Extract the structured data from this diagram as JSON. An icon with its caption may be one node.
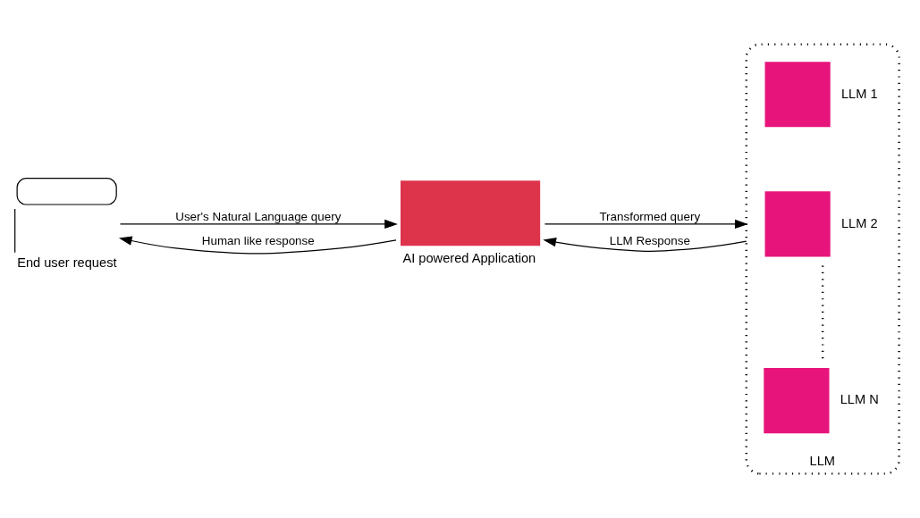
{
  "diagram": {
    "nodes": [
      {
        "text": [
          "End user request"
        ]
      },
      {
        "text": [
          "AI powered Application"
        ]
      },
      {
        "text": [
          "LLM"
        ]
      },
      {
        "text": [
          "LLM 1"
        ],
        "in": 2
      },
      {
        "text": [
          "LLM 2"
        ],
        "in": 2
      },
      {
        "text": [
          "LLM N"
        ],
        "in": 2
      }
    ],
    "edges": [
      {
        "from": 0,
        "to": 1,
        "arrow": "to",
        "label": "User's Natural Language query"
      },
      {
        "from": 1,
        "to": 0,
        "arrow": "to",
        "label": "Human like response"
      },
      {
        "from": 1,
        "to": 2,
        "arrow": "to",
        "label": "Transformed query"
      },
      {
        "from": 2,
        "to": 1,
        "arrow": "to",
        "label": "LLM Response"
      },
      {
        "from": 4,
        "to": 5,
        "arrow": "none",
        "style": "dashed"
      }
    ]
  }
}
